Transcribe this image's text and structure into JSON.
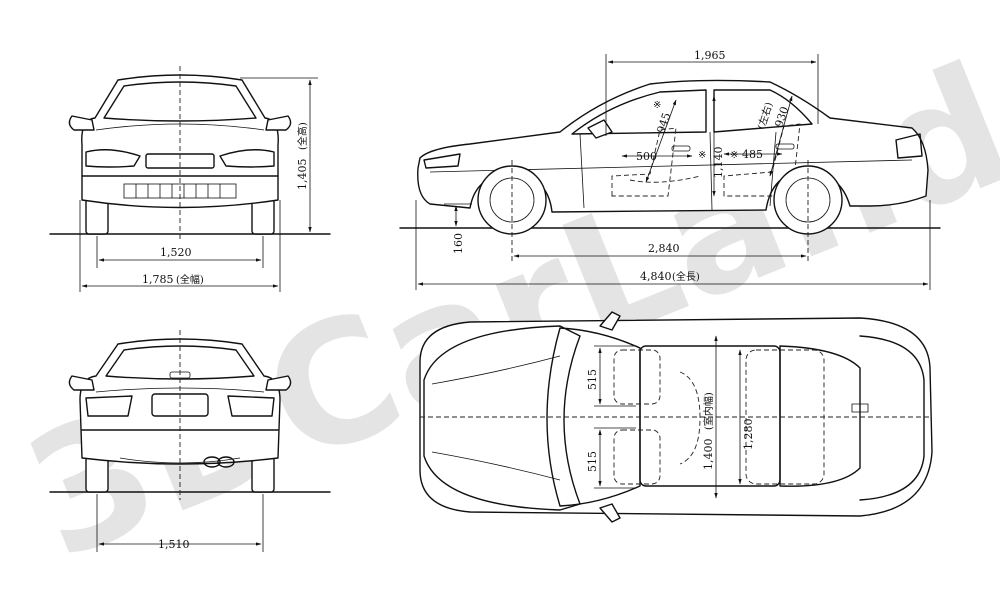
{
  "watermark": "3DCarLand",
  "front_view": {
    "height_label": "1,405",
    "height_note": "(全高)",
    "track_label": "1,520",
    "width_label": "1,785",
    "width_note": "(全幅)"
  },
  "rear_view": {
    "track_label": "1,510"
  },
  "side_view": {
    "top_span_label": "1,965",
    "seat_height_front": "945",
    "seat_height_rear": "930",
    "rear_note": "(左右)",
    "asterisk": "※",
    "front_leg_label": "500",
    "rear_leg_label": "485",
    "center_height_label": "1,140",
    "ground_clearance_label": "160",
    "wheelbase_label": "2,840",
    "length_label": "4,840",
    "length_note": "(全長)"
  },
  "top_view": {
    "seat_width_upper": "515",
    "seat_width_lower": "515",
    "interior_width_label": "1,400",
    "interior_width_note": "(室内幅)",
    "interior_width_inner": "1,280"
  }
}
